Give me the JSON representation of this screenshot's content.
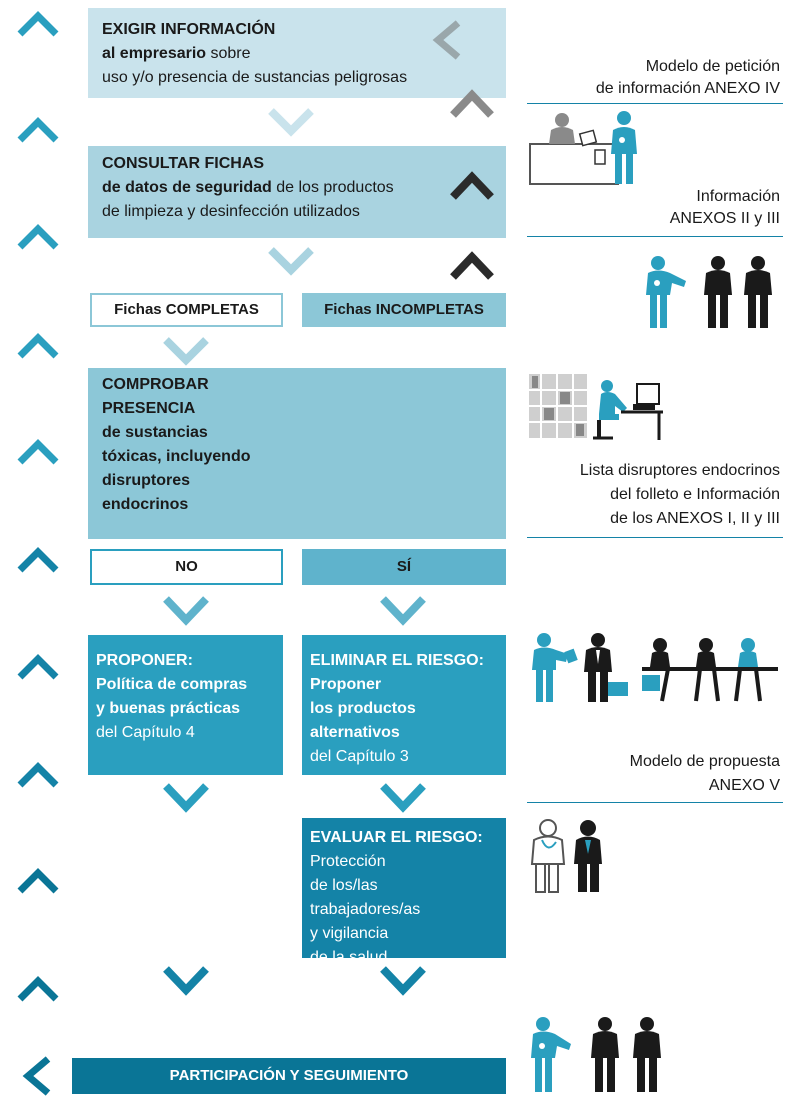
{
  "colors": {
    "lightest": "#c9e3ec",
    "light": "#a9d3e0",
    "mid": "#8cc7d7",
    "strong": "#2a9fbf",
    "deep": "#1483a7",
    "darkest": "#0a7596",
    "chevron_grey": "#8a8a8a"
  },
  "steps": {
    "exigir": {
      "title": "EXIGIR INFORMACIÓN",
      "bold": "al empresario",
      "rest": " sobre",
      "line3": "uso y/o presencia de sustancias peligrosas"
    },
    "consultar": {
      "title": "CONSULTAR FICHAS",
      "bold": "de datos de seguridad",
      "rest": " de los productos",
      "line3": "de limpieza y desinfección utilizados"
    },
    "fichas_completas": "Fichas COMPLETAS",
    "fichas_incompletas": "Fichas INCOMPLETAS",
    "comprobar": {
      "lines": [
        "COMPROBAR",
        "PRESENCIA",
        "de sustancias",
        "tóxicas, incluyendo",
        "disruptores",
        "endocrinos"
      ]
    },
    "no": "NO",
    "si": "SÍ",
    "proponer": {
      "lines_bold": [
        "PROPONER:",
        "Política de compras",
        "y buenas prácticas"
      ],
      "line_normal": "del Capítulo 4"
    },
    "eliminar": {
      "lines_bold": [
        "ELIMINAR EL RIESGO:",
        "Proponer",
        "los productos",
        "alternativos"
      ],
      "line_normal": "del Capítulo 3"
    },
    "evaluar": {
      "title": "EVALUAR EL RIESGO:",
      "lines": [
        "Protección",
        "de los/las",
        "trabajadores/as",
        "y vigilancia",
        "de la salud"
      ]
    },
    "participacion": "PARTICIPACIÓN Y SEGUIMIENTO"
  },
  "notes": {
    "modelo_peticion": [
      "Modelo de petición",
      "de información ANEXO IV"
    ],
    "informacion": [
      "Información",
      "ANEXOS II y III"
    ],
    "lista": [
      "Lista disruptores endocrinos",
      "del folleto e Información",
      "de los  ANEXOS I, II y III"
    ],
    "modelo_propuesta": [
      "Modelo de propuesta",
      "ANEXO V"
    ]
  },
  "icons": [
    "up-chevron-icon",
    "down-chevron-icon",
    "left-chevron-icon",
    "people-meeting-icon",
    "office-desk-icon",
    "documents-archive-icon",
    "doctor-icon"
  ]
}
